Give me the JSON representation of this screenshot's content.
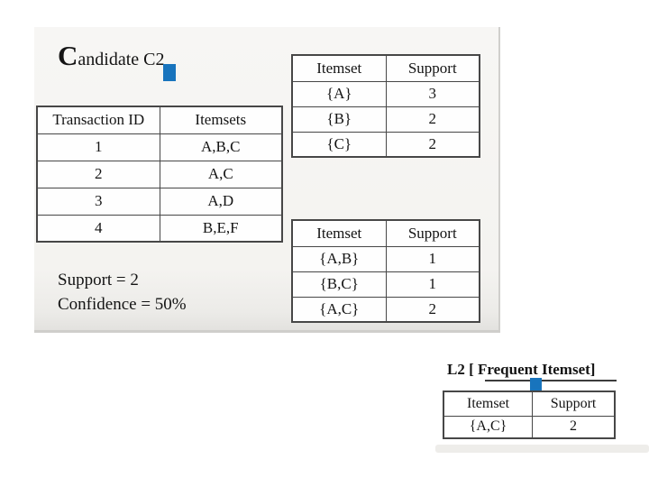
{
  "accent_color": "#1874bd",
  "slide": {
    "title_initial": "C",
    "title_rest": "andidate C2",
    "support_line": "Support = 2",
    "confidence_line": "Confidence = 50%",
    "transactions": {
      "headers": [
        "Transaction ID",
        "Itemsets"
      ],
      "rows": [
        [
          "1",
          "A,B,C"
        ],
        [
          "2",
          "A,C"
        ],
        [
          "3",
          "A,D"
        ],
        [
          "4",
          "B,E,F"
        ]
      ]
    },
    "candidate1_counts": {
      "headers": [
        "Itemset",
        "Support"
      ],
      "rows": [
        [
          "{A}",
          "3"
        ],
        [
          "{B}",
          "2"
        ],
        [
          "{C}",
          "2"
        ]
      ]
    },
    "candidate2_counts": {
      "headers": [
        "Itemset",
        "Support"
      ],
      "rows": [
        [
          "{A,B}",
          "1"
        ],
        [
          "{B,C}",
          "1"
        ],
        [
          "{A,C}",
          "2"
        ]
      ]
    }
  },
  "l2": {
    "label": "L2 [ Frequent Itemset]",
    "frequent_itemsets": {
      "headers": [
        "Itemset",
        "Support"
      ],
      "rows": [
        [
          "{A,C}",
          "2"
        ]
      ]
    }
  }
}
